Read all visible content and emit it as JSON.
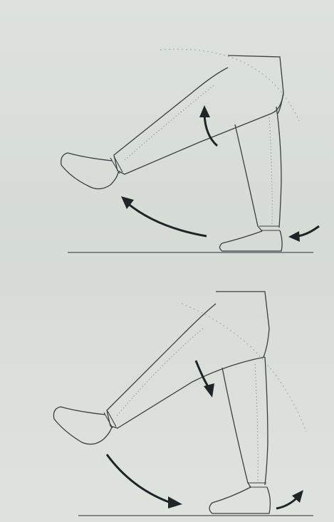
{
  "figure": {
    "panels": [
      {
        "id": "top",
        "description_icons": [
          "raised-leg-figure",
          "standing-leg",
          "lift-arrow",
          "swing-arrow",
          "heel-push-arrow"
        ]
      },
      {
        "id": "bottom",
        "description_icons": [
          "raised-leg-figure",
          "standing-leg",
          "knee-bend-arrow",
          "swing-down-arrow",
          "toe-push-arrow"
        ]
      }
    ],
    "colors": {
      "paper": "#dde2dd",
      "ink": "#3a3f40",
      "arrow": "#1f2426",
      "guide": "#9aa6a6"
    }
  }
}
